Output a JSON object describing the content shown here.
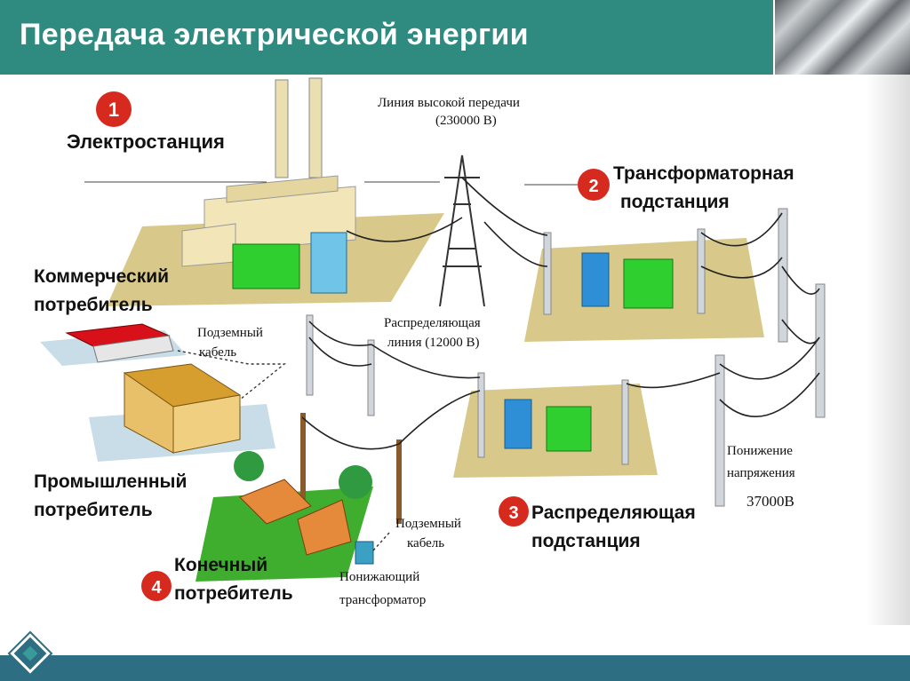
{
  "title": "Передача электрической энергии",
  "labels": {
    "plant": "Электростанция",
    "hv_line_1": "Линия высокой передачи",
    "hv_line_2": "(230000 В)",
    "transformer_sub_1": "Трансформаторная",
    "transformer_sub_2": "подстанция",
    "commercial_1": "Коммерческий",
    "commercial_2": "потребитель",
    "underground_1a": "Подземный",
    "underground_1b": "кабель",
    "distribution_line_1": "Распределяющая",
    "distribution_line_2": "линия (12000 В)",
    "industrial_1": "Промышленный",
    "industrial_2": "потребитель",
    "step_down_1": "Понижение",
    "step_down_2": "напряжения",
    "step_down_value": "37000В",
    "distribution_sub_1": "Распределяющая",
    "distribution_sub_2": "подстанция",
    "underground_2a": "Подземный",
    "underground_2b": "кабель",
    "step_down_tr_1": "Понижающий",
    "step_down_tr_2": "трансформатор",
    "end_1": "Конечный",
    "end_2": "потребитель"
  },
  "steps": [
    "1",
    "2",
    "3",
    "4"
  ],
  "colors": {
    "title_bar": "#2f8a80",
    "footer": "#2e6e83",
    "step_marker": "#d62a1e",
    "transformer_green": "#2fcf2f",
    "transformer_blue": "#2f8fd6",
    "roof_red": "#d8101a",
    "ground_green": "#3fae2f",
    "ground_tan": "#d8c98a"
  }
}
